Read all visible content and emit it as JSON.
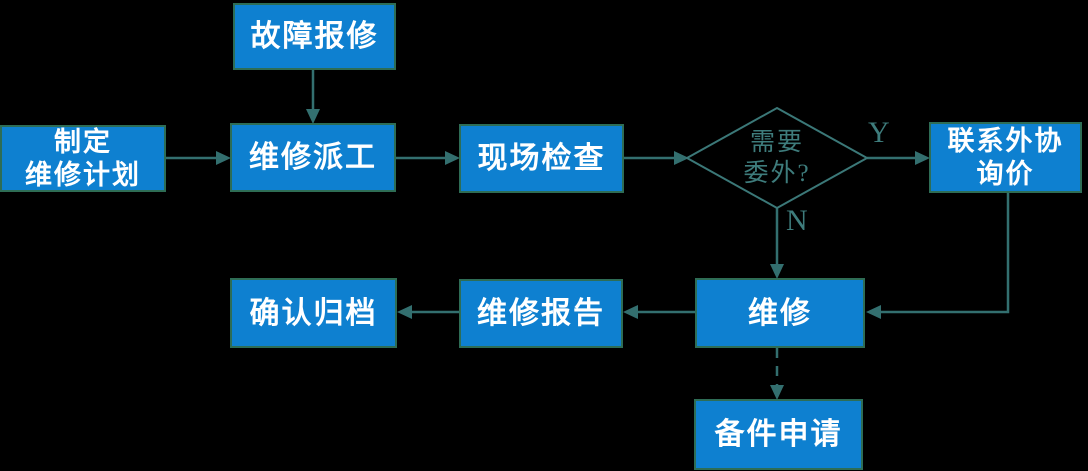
{
  "diagram": {
    "type": "flowchart",
    "background": "#000000",
    "colors": {
      "node_fill": "#0E80D0",
      "node_border": "#2E6D55",
      "node_text": "#FFFFFF",
      "connector": "#336F6F",
      "decision_outline": "#3B7878",
      "decision_text": "#3E7C7C"
    }
  },
  "nodes": {
    "fault_report": {
      "label": "故障报修"
    },
    "make_plan": {
      "line1": "制定",
      "line2": "维修计划"
    },
    "dispatch": {
      "label": "维修派工"
    },
    "inspection": {
      "label": "现场检查"
    },
    "decision": {
      "line1": "需要",
      "line2": "委外?"
    },
    "outsourcing": {
      "line1": "联系外协",
      "line2": "询价"
    },
    "repair": {
      "label": "维修"
    },
    "repair_report": {
      "label": "维修报告"
    },
    "archive": {
      "label": "确认归档"
    },
    "spare_parts": {
      "label": "备件申请"
    }
  },
  "edge_labels": {
    "yes": "Y",
    "no": "N"
  }
}
